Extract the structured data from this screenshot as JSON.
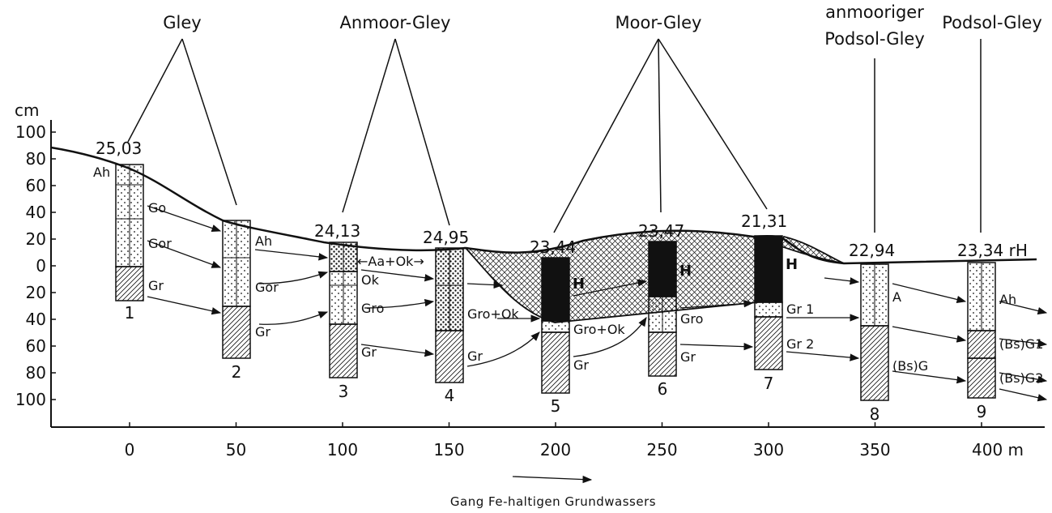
{
  "soil_types": {
    "gley": "Gley",
    "anmoor_gley": "Anmoor-Gley",
    "moor_gley": "Moor-Gley",
    "anmooriger_line1": "anmooriger",
    "anmooriger_line2": "Podsol-Gley",
    "podsol_gley": "Podsol-Gley"
  },
  "y_axis": {
    "unit": "cm",
    "ticks": [
      "100",
      "80",
      "60",
      "40",
      "20",
      "0",
      "20",
      "40",
      "60",
      "80",
      "100"
    ]
  },
  "x_axis": {
    "ticks": [
      "0",
      "50",
      "100",
      "150",
      "200",
      "250",
      "300",
      "350",
      "400 m"
    ]
  },
  "rh_values": [
    "25,03",
    "24,13",
    "24,95",
    "23,44",
    "23,47",
    "21,31",
    "22,94",
    "23,34 rH"
  ],
  "profile_numbers": [
    "1",
    "2",
    "3",
    "4",
    "5",
    "6",
    "7",
    "8",
    "9"
  ],
  "horizons": {
    "p1_ah": "Ah",
    "p1_go": "Go",
    "p1_gor": "Gor",
    "p1_gr": "Gr",
    "p2_ah": "Ah",
    "p2_gor": "Gor",
    "p2_gr": "Gr",
    "p3_aa_ok": "←Aa+Ok→",
    "p3_ok": "Ok",
    "p3_gro": "Gro",
    "p3_gr": "Gr",
    "p5_gro_ok": "Gro+Ok",
    "p5_gr": "Gr",
    "p5_h": "H",
    "p6_gro_ok": "Gro+Ok",
    "p6_gro": "Gro",
    "p6_gr": "Gr",
    "p6_h": "H",
    "p7_gr1": "Gr 1",
    "p7_gr2": "Gr 2",
    "p7_h": "H",
    "p8_a": "A",
    "p8_bsg": "(Bs)G",
    "p9_ah": "Ah",
    "p9_bsg1": "(Bs)G1",
    "p9_bsg2": "(Bs)G2"
  },
  "caption": "Gang Fe-haltigen Grundwassers"
}
